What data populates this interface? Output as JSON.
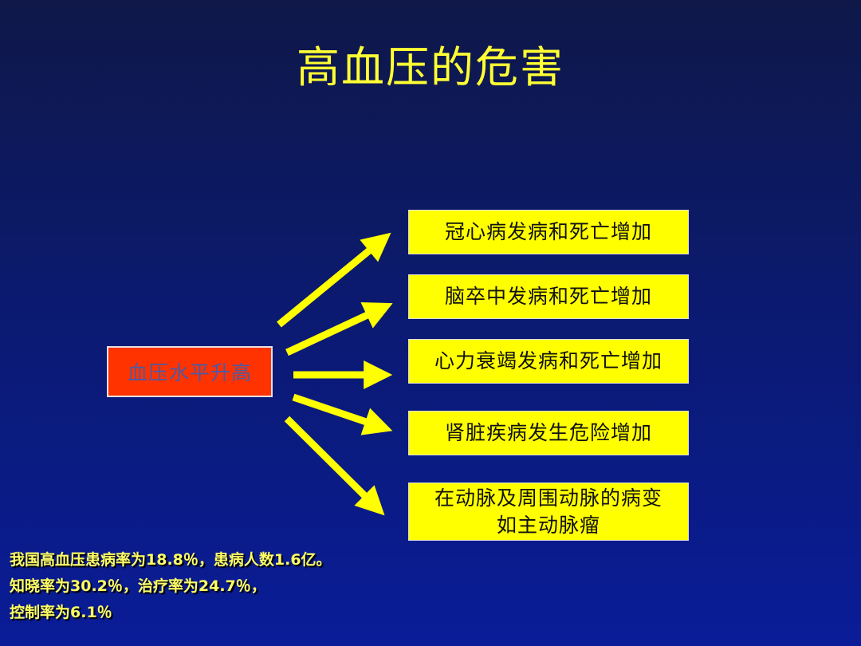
{
  "slide": {
    "title": "高血压的危害",
    "colors": {
      "background_top": "#0f1848",
      "background_bottom": "#0a1c98",
      "title": "#ffff33",
      "source_box_fill": "#ff3300",
      "source_box_text": "#4a5aa8",
      "effect_box_fill": "#ffff00",
      "arrow": "#ffff00"
    }
  },
  "diagram": {
    "source": "血压水平升高",
    "effects": [
      {
        "line1": "冠心病发病和死亡增加"
      },
      {
        "line1": "脑卒中发病和死亡增加"
      },
      {
        "line1": "心力衰竭发病和死亡增加"
      },
      {
        "line1": "肾脏疾病发生危险增加"
      },
      {
        "line1": "在动脉及周围动脉的病变",
        "line2": "如主动脉瘤"
      }
    ]
  },
  "stats": {
    "lines": [
      "我国高血压患病率为18.8％，患病人数1.6亿。",
      "知晓率为30.2％，治疗率为24.7％，",
      "控制率为6.1％"
    ]
  }
}
